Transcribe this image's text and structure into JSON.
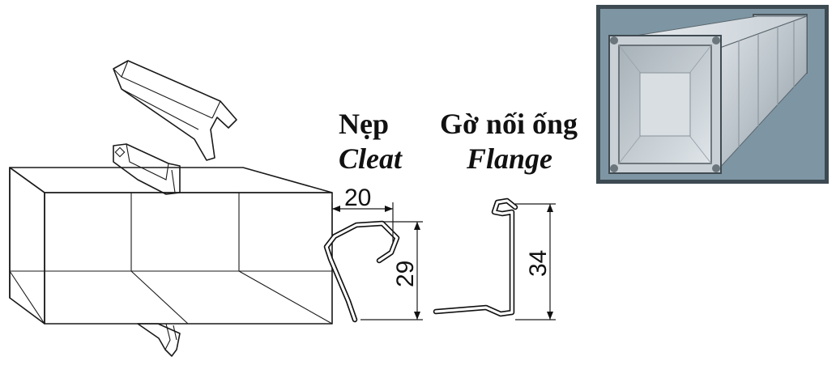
{
  "labels": {
    "cleat_vi": "Nẹp",
    "cleat_en": "Cleat",
    "flange_vi": "Gờ nối ống",
    "flange_en": "Flange"
  },
  "dimensions": {
    "cleat_width": "20",
    "cleat_height": "29",
    "flange_height": "34"
  },
  "photo": {
    "frame_color": "#3d4a52",
    "background_color": "#7e96a4"
  }
}
